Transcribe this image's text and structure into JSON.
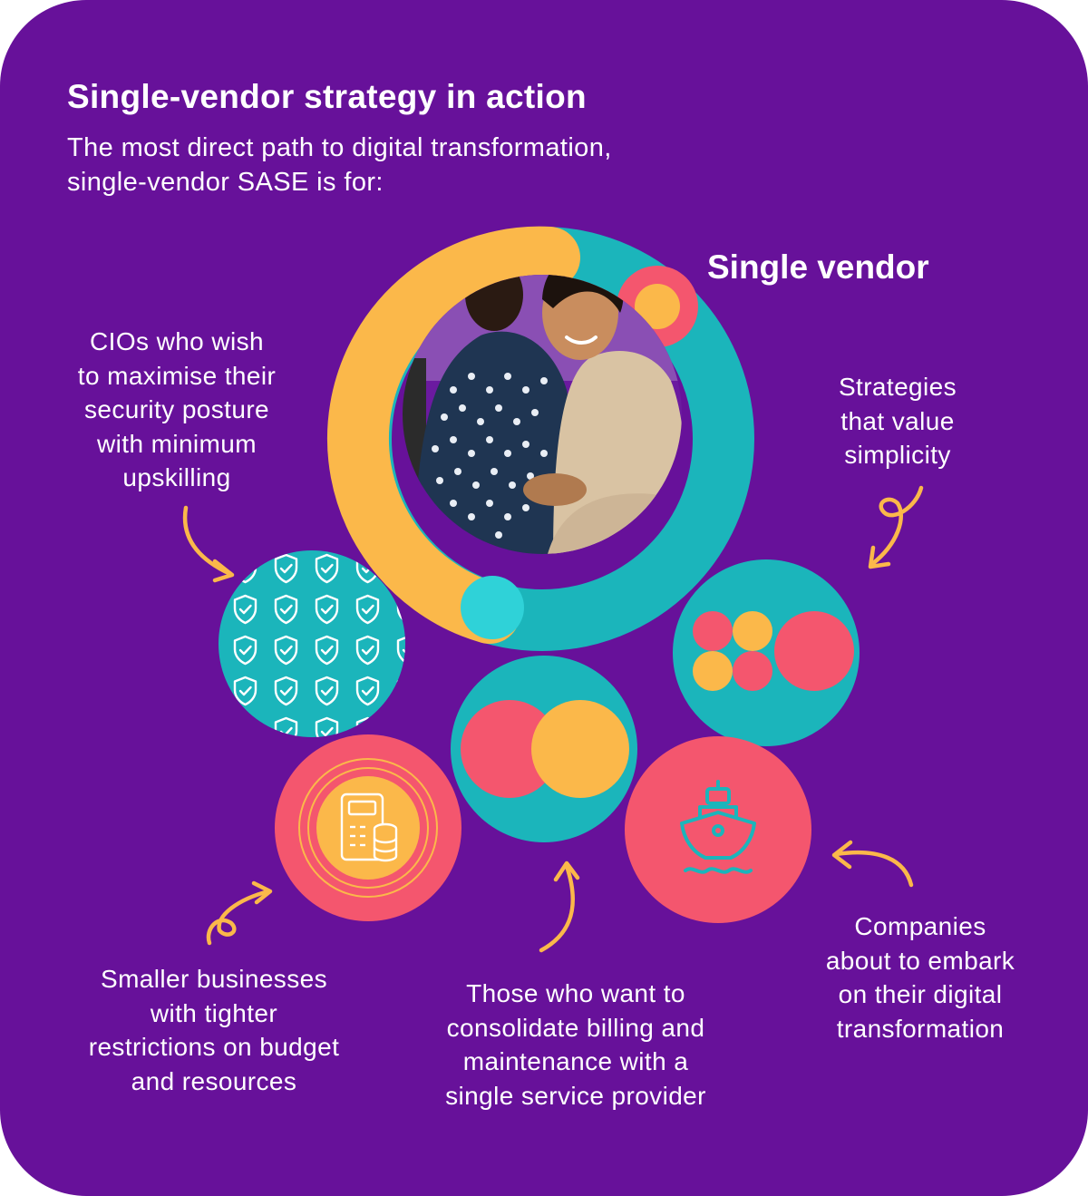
{
  "heading": "Single-vendor strategy in action",
  "subheading": "The most direct path to digital transformation, single-vendor SASE is for:",
  "center_label": "Single vendor",
  "captions": {
    "cios": "CIOs who wish\nto maximise their\nsecurity posture\nwith minimum\nupskilling",
    "strategies": "Strategies\nthat value\nsimplicity",
    "smaller": "Smaller businesses\nwith tighter\nrestrictions on budget\nand resources",
    "consolidate": "Those who want to\nconsolidate billing and\nmaintenance with a\nsingle service provider",
    "companies": "Companies\nabout to embark\non their digital\ntransformation"
  },
  "colors": {
    "background": "#67119a",
    "teal": "#1bb5bb",
    "coral": "#f4566e",
    "yellow": "#fbb84a",
    "white": "#ffffff"
  },
  "icons": [
    "shield-check-icon",
    "calculator-coins-icon",
    "ship-icon",
    "curly-arrow-icon"
  ]
}
